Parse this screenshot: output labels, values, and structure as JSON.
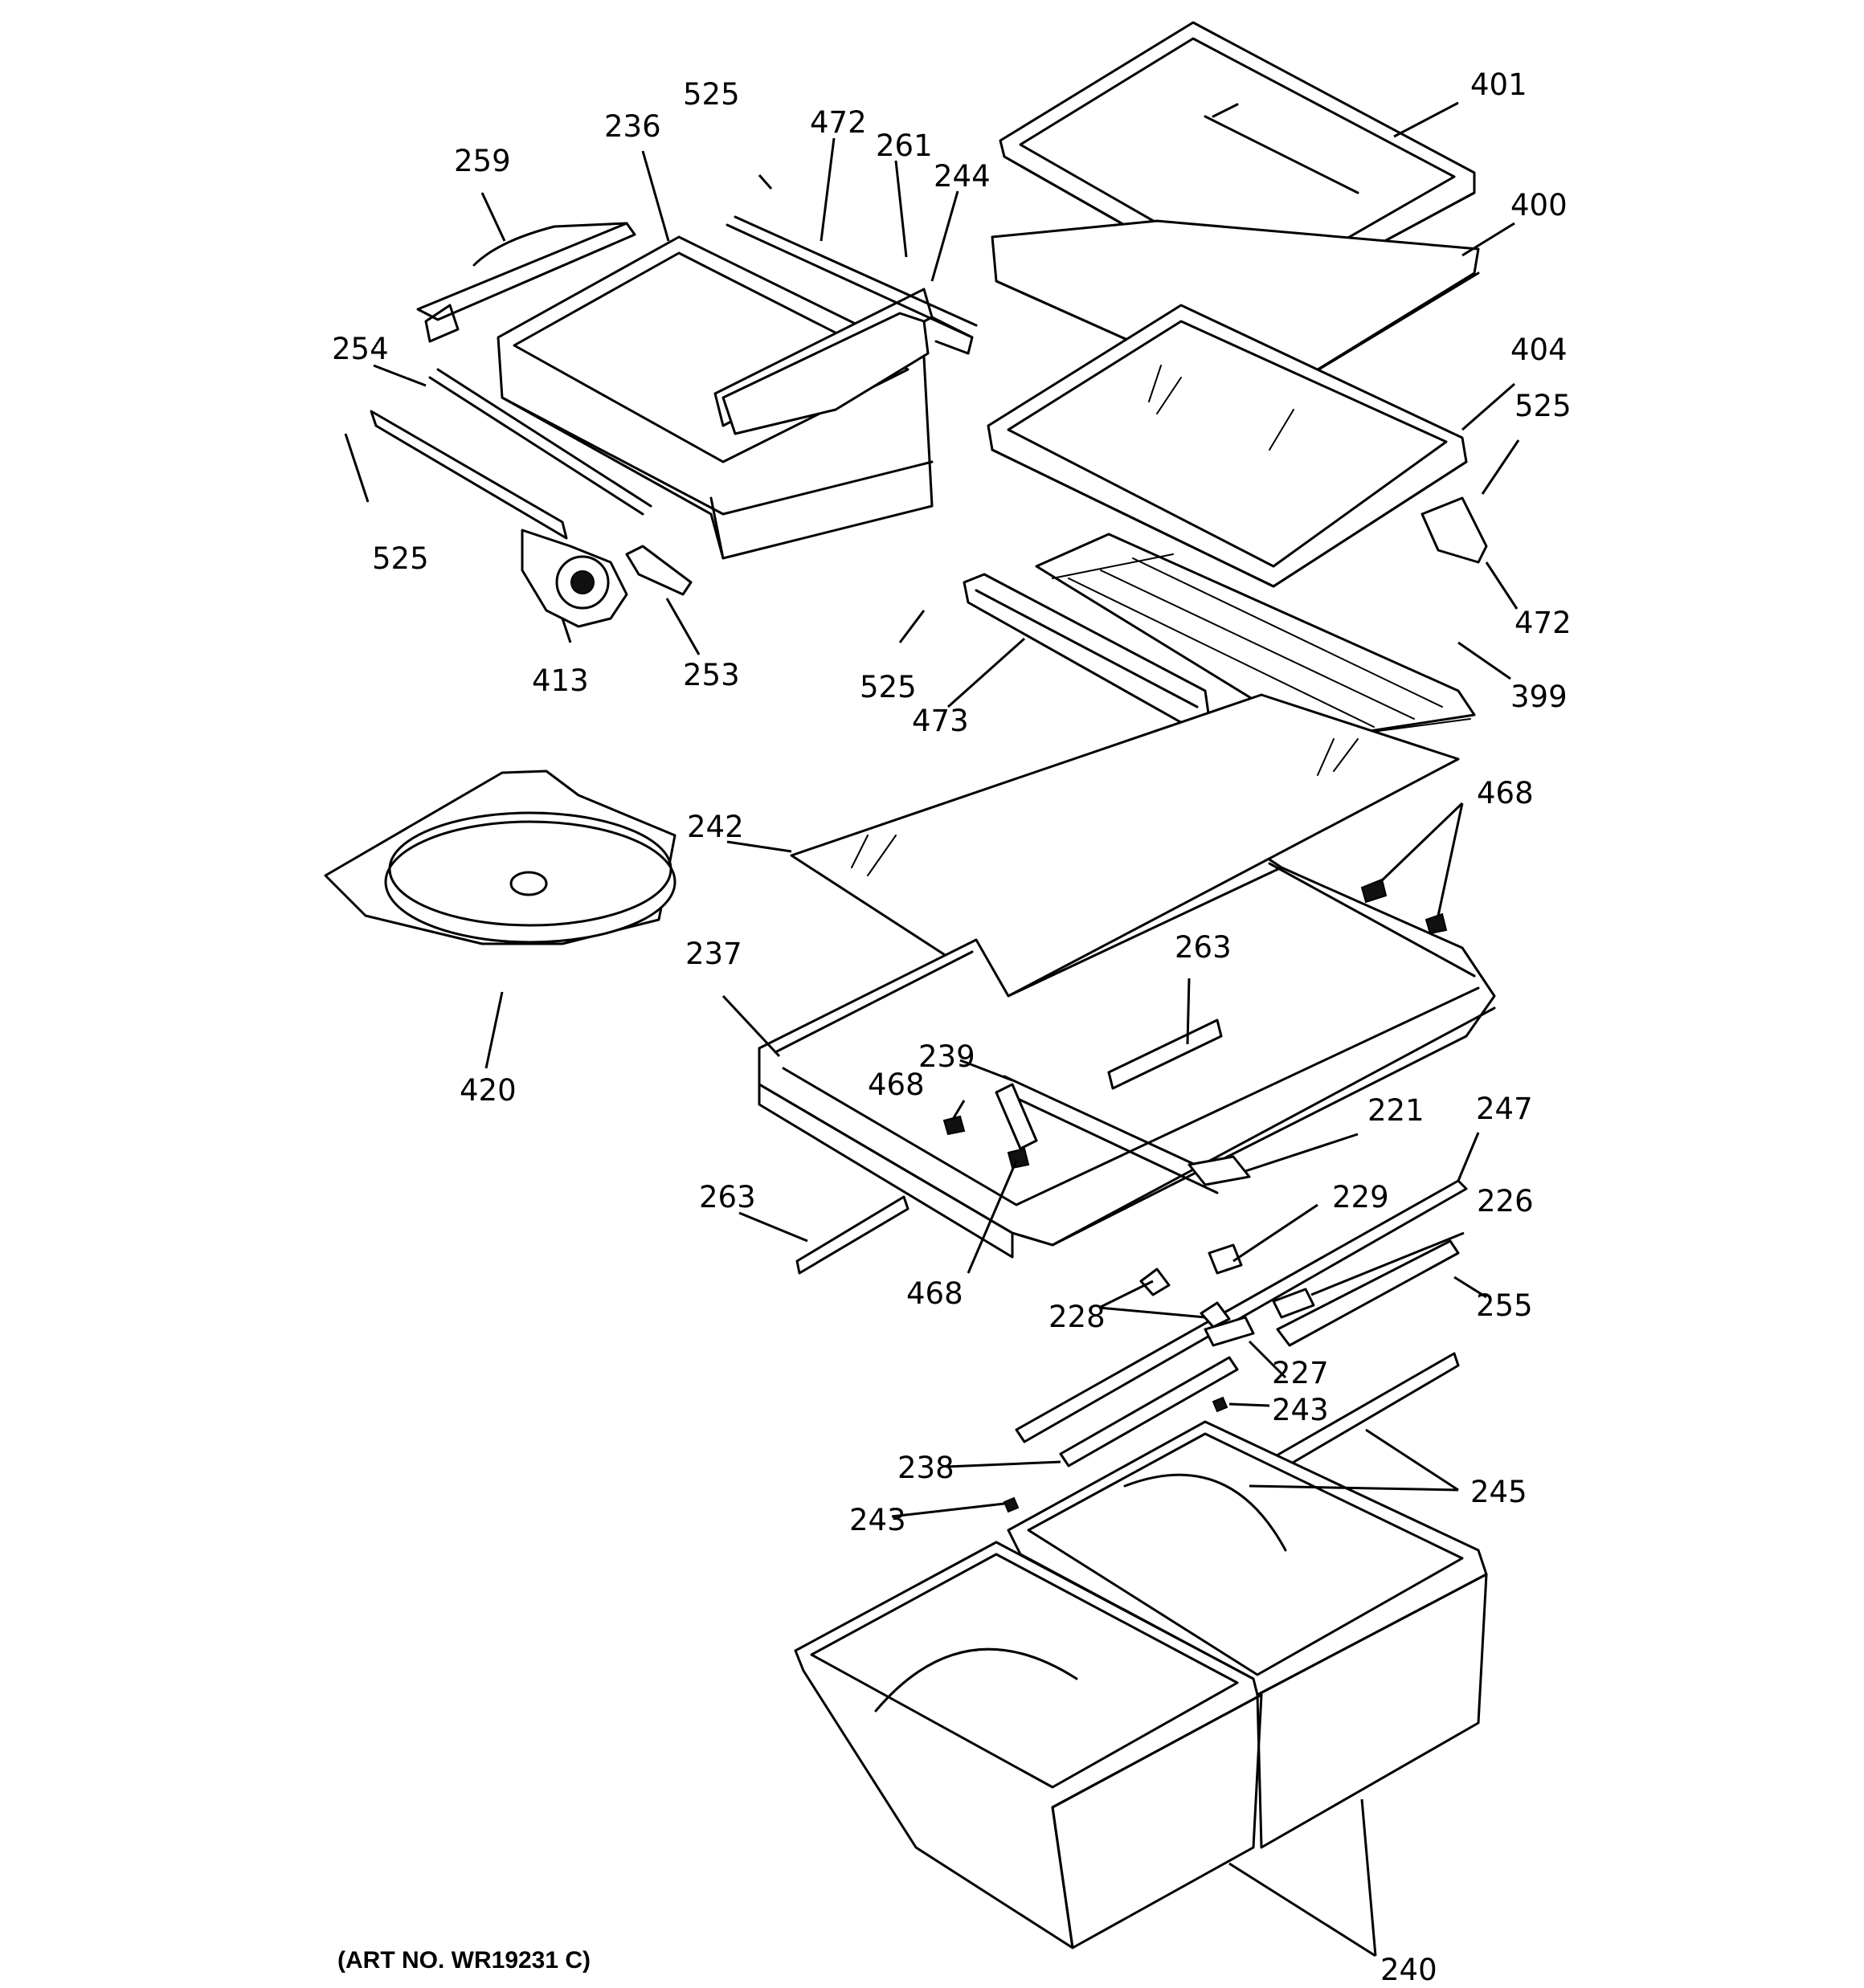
{
  "art_number": "(ART NO. WR19231 C)",
  "callouts": [
    "401",
    "400",
    "404",
    "525",
    "472",
    "399",
    "473",
    "525",
    "525",
    "472",
    "261",
    "244",
    "236",
    "259",
    "254",
    "525",
    "413",
    "253",
    "242",
    "468",
    "420",
    "237",
    "263",
    "239",
    "468",
    "221",
    "247",
    "229",
    "226",
    "263",
    "468",
    "228",
    "255",
    "227",
    "243",
    "238",
    "243",
    "245",
    "240"
  ]
}
